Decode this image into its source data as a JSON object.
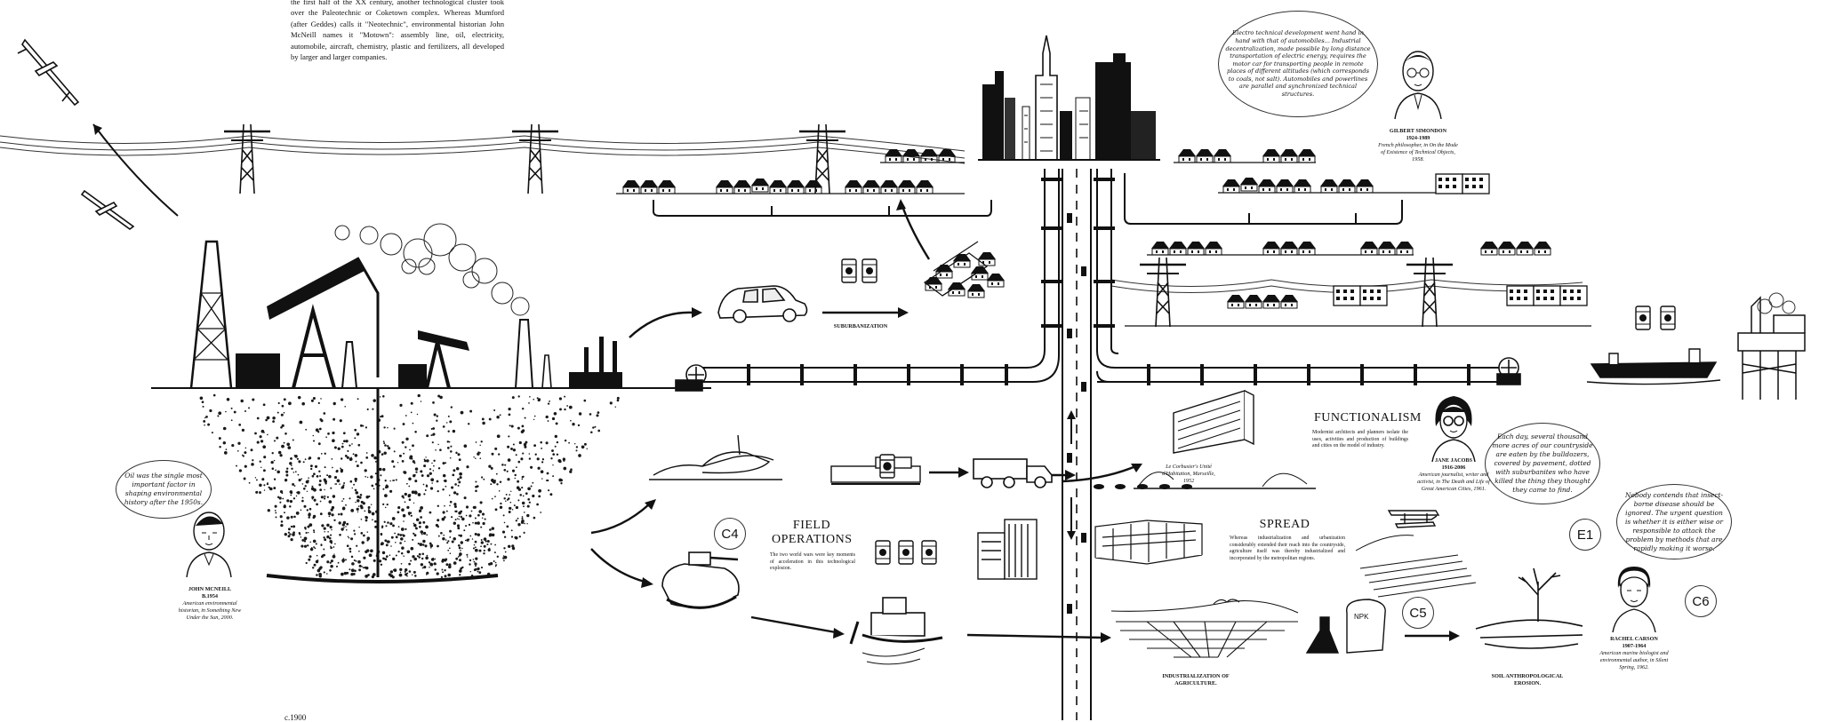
{
  "intro_text": "the first half of the XX century, another technological cluster took over the Paleotechnic or Coketown complex. Whereas Mumford (after Geddes) calls it \"Neotechnic\", environmental historian John McNeill names it \"Motown\": assembly line, oil, electricity, automobile, aircraft, chemistry, plastic and fertilizers, all developed by larger and larger companies.",
  "quotes": {
    "mcneill": "Oil was the single most important factor in shaping environmental history after the 1950s.",
    "simondon": "Electro technical development went hand in hand with that of automobiles... Industrial decentralization, made possible by long distance transportation of electric energy, requires the motor car for transporting people in remote places of different altitudes (which corresponds to coals, not salt). Automobiles and powerlines are parallel and synchronized technical structures.",
    "jacobs": "Each day, several thousand more acres of our countryside are eaten by the bulldozers, covered by pavement, dotted with suburbanites who have killed the thing they thought they came to find.",
    "carson": "Nobody contends that insect-borne disease should be ignored. The urgent question is whether it is either wise or responsible to attack the problem by methods that are rapidly making it worse."
  },
  "people": {
    "mcneill": {
      "name": "JOHN MCNEILL",
      "dates": "B.1954",
      "role": "American environmental historian, in Something New Under the Sun, 2000."
    },
    "simondon": {
      "name": "GILBERT SIMONDON",
      "dates": "1924-1989",
      "role": "French philosopher, in On the Mode of Existence of Technical Objects, 1958."
    },
    "jacobs": {
      "name": "JANE JACOBS",
      "dates": "1916-2006",
      "role": "American journalist, writer and activist, in The Death and Life of Great American Cities, 1961."
    },
    "carson": {
      "name": "RACHEL CARSON",
      "dates": "1907-1964",
      "role": "American marine biologist and environmental author, in Silent Spring, 1962."
    }
  },
  "sections": {
    "field_operations": {
      "title": "FIELD OPERATIONS",
      "desc": "The two world wars were key moments of acceleration in this technological explosion."
    },
    "functionalism": {
      "title": "FUNCTIONALISM",
      "desc": "Modernist architects and planners isolate the uses, activities and production of buildings and cities on the model of industry."
    },
    "spread": {
      "title": "SPREAD",
      "desc": "Whereas industrialization and urbanization considerably extended their reach into the countryside, agriculture itself was thereby industrialized and incorporated by the metropolitan regions."
    }
  },
  "captions": {
    "suburbanization": "SUBURBANIZATION",
    "corbusier": "Le Corbusier's Unité d'Habitation, Marseille, 1952",
    "industrialization": "INDUSTRIALIZATION OF AGRICULTURE.",
    "erosion": "SOIL ANTHROPOLOGICAL EROSION.",
    "year": "c.1900"
  },
  "badges": {
    "c4": "C4",
    "c5": "C5",
    "c6": "C6",
    "e1": "E1"
  },
  "fertilizer_label": "NPK",
  "colors": {
    "ink": "#111111",
    "paper": "#ffffff",
    "stipple": "#1a1a1a"
  }
}
